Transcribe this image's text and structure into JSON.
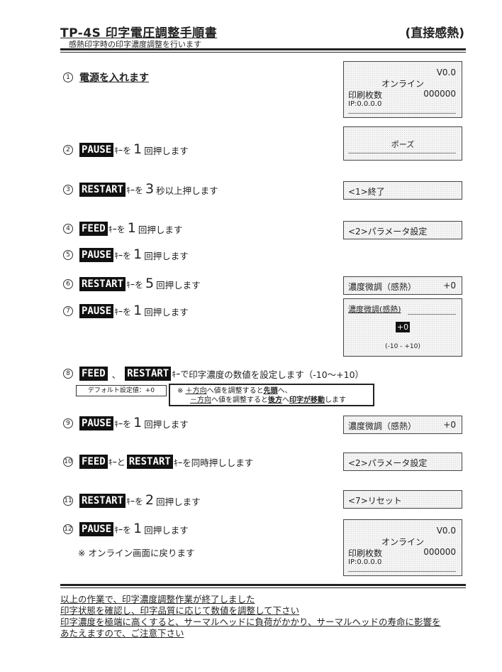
{
  "header": {
    "title": "TP-4S 印字電圧調整手順書",
    "mode": "(直接感熱)",
    "subtitle": "感熱印字時の印字濃度調整を行います"
  },
  "keys": {
    "pause": "PAUSE",
    "restart": "RESTART",
    "feed": "FEED"
  },
  "common": {
    "key_suffix": "ｷｰを",
    "key_suffix_to": "ｷｰと",
    "key_suffix_de": "ｷｰで",
    "times_press": "回押します",
    "sep": "、"
  },
  "steps": [
    {
      "num": "1",
      "text": "電源を入れます"
    },
    {
      "num": "2",
      "count": "1"
    },
    {
      "num": "3",
      "count": "3",
      "text": "秒以上押します"
    },
    {
      "num": "4",
      "count": "1"
    },
    {
      "num": "5",
      "count": "1"
    },
    {
      "num": "6",
      "count": "5"
    },
    {
      "num": "7",
      "count": "1"
    },
    {
      "num": "8",
      "text": "印字濃度の数値を設定します（-10～+10）"
    },
    {
      "num": "9",
      "count": "1"
    },
    {
      "num": "10",
      "text": "ｷｰを同時押しします"
    },
    {
      "num": "11",
      "count": "2"
    },
    {
      "num": "12",
      "count": "1",
      "note": "※ オンライン画面に戻ります"
    }
  ],
  "notes": {
    "default_value": "デフォルト設定値：+0",
    "mark": "※",
    "line1_a": "＋方向",
    "line1_b": "へ値を調整すると",
    "line1_c": "先頭",
    "line1_d": "へ、",
    "line2_a": "－方向",
    "line2_b": "へ値を調整すると",
    "line2_c": "後方",
    "line2_d": "へ",
    "line2_e": "印字が移動",
    "line2_f": "します"
  },
  "lcd": {
    "online": {
      "version": "V0.0",
      "status": "オンライン",
      "count_label": "印刷枚数",
      "count": "000000",
      "ip": "IP:0.0.0.0"
    },
    "pause": "ポーズ",
    "end": "<1>終了",
    "param": "<2>パラメータ設定",
    "density_label": "濃度微調（感熱）",
    "density_value": "+0",
    "density_edit_title": "濃度微調(感熱)",
    "density_edit_value": "+0",
    "density_range": "(-10 - +10)",
    "reset": "<7>リセット"
  },
  "footer": [
    "以上の作業で、印字濃度調整作業が終了しました",
    "印字状態を確認し、印字品質に応じて数値を調整して下さい",
    "印字濃度を極端に高くすると、サーマルヘッドに負荷がかかり、サーマルヘッドの寿命に影響を",
    "あたえますので、ご注意下さい"
  ]
}
